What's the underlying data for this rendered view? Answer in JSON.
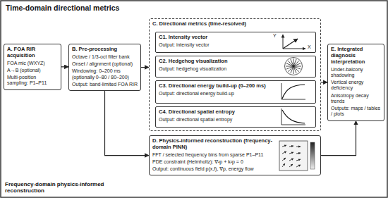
{
  "diagram": {
    "title": "Time-domain directional metrics",
    "caption": "Frequency-domain physics-informed reconstruction",
    "nodes": [
      {
        "text": [
          "A. FOA RIR acquisition",
          "FOA mic (WXYZ)",
          "A→B (optional)",
          "Multi-position sampling: P1–P11"
        ]
      },
      {
        "text": [
          "B. Pre-processing",
          "Octave / 1/3-oct filter bank",
          "Onset / alignment (optional)",
          "Windowing: 0–200 ms (optionally 0–80 / 80–200)",
          "Output: band-limited FOA RIR"
        ]
      },
      {
        "text": [
          "C. Directional metrics (time-resolved)"
        ]
      },
      {
        "text": [
          "C1. Intensity vector",
          "Output: intensity vector"
        ],
        "in": 2
      },
      {
        "text": [
          "C2. Hedgehog visualization",
          "Output: hedgehog visualization"
        ],
        "in": 2
      },
      {
        "text": [
          "C3. Directional energy build-up (0–200 ms)",
          "Output: directional energy build-up"
        ],
        "in": 2
      },
      {
        "text": [
          "C4. Directional spatial entropy",
          "Output: directional spatial entropy"
        ],
        "in": 2
      },
      {
        "text": [
          "D. Physics-informed reconstruction (frequency-domain PINN)",
          "FFT / selected frequency bins from sparse P1–P11",
          "PDE constraint (Helmholtz): ∇²p + k²p = 0",
          "Output: continuous field p(x,f), ∇p, energy flow"
        ]
      },
      {
        "text": [
          "E. Integrated diagnosis interpretation",
          "Under-balcony shadowing",
          "Vertical energy deficiency",
          "Anisotropy decay trends",
          "Outputs: maps / tables / plots"
        ]
      }
    ],
    "edges": [
      {
        "from": 0,
        "to": 1,
        "arrow": "to"
      },
      {
        "from": 1,
        "to": 2,
        "arrow": "to"
      },
      {
        "from": 1,
        "to": 7,
        "arrow": "to"
      },
      {
        "from": 2,
        "to": 8,
        "arrow": "to"
      },
      {
        "from": 7,
        "to": 8,
        "arrow": "to"
      }
    ],
    "labels": [
      "Y",
      "X"
    ]
  }
}
